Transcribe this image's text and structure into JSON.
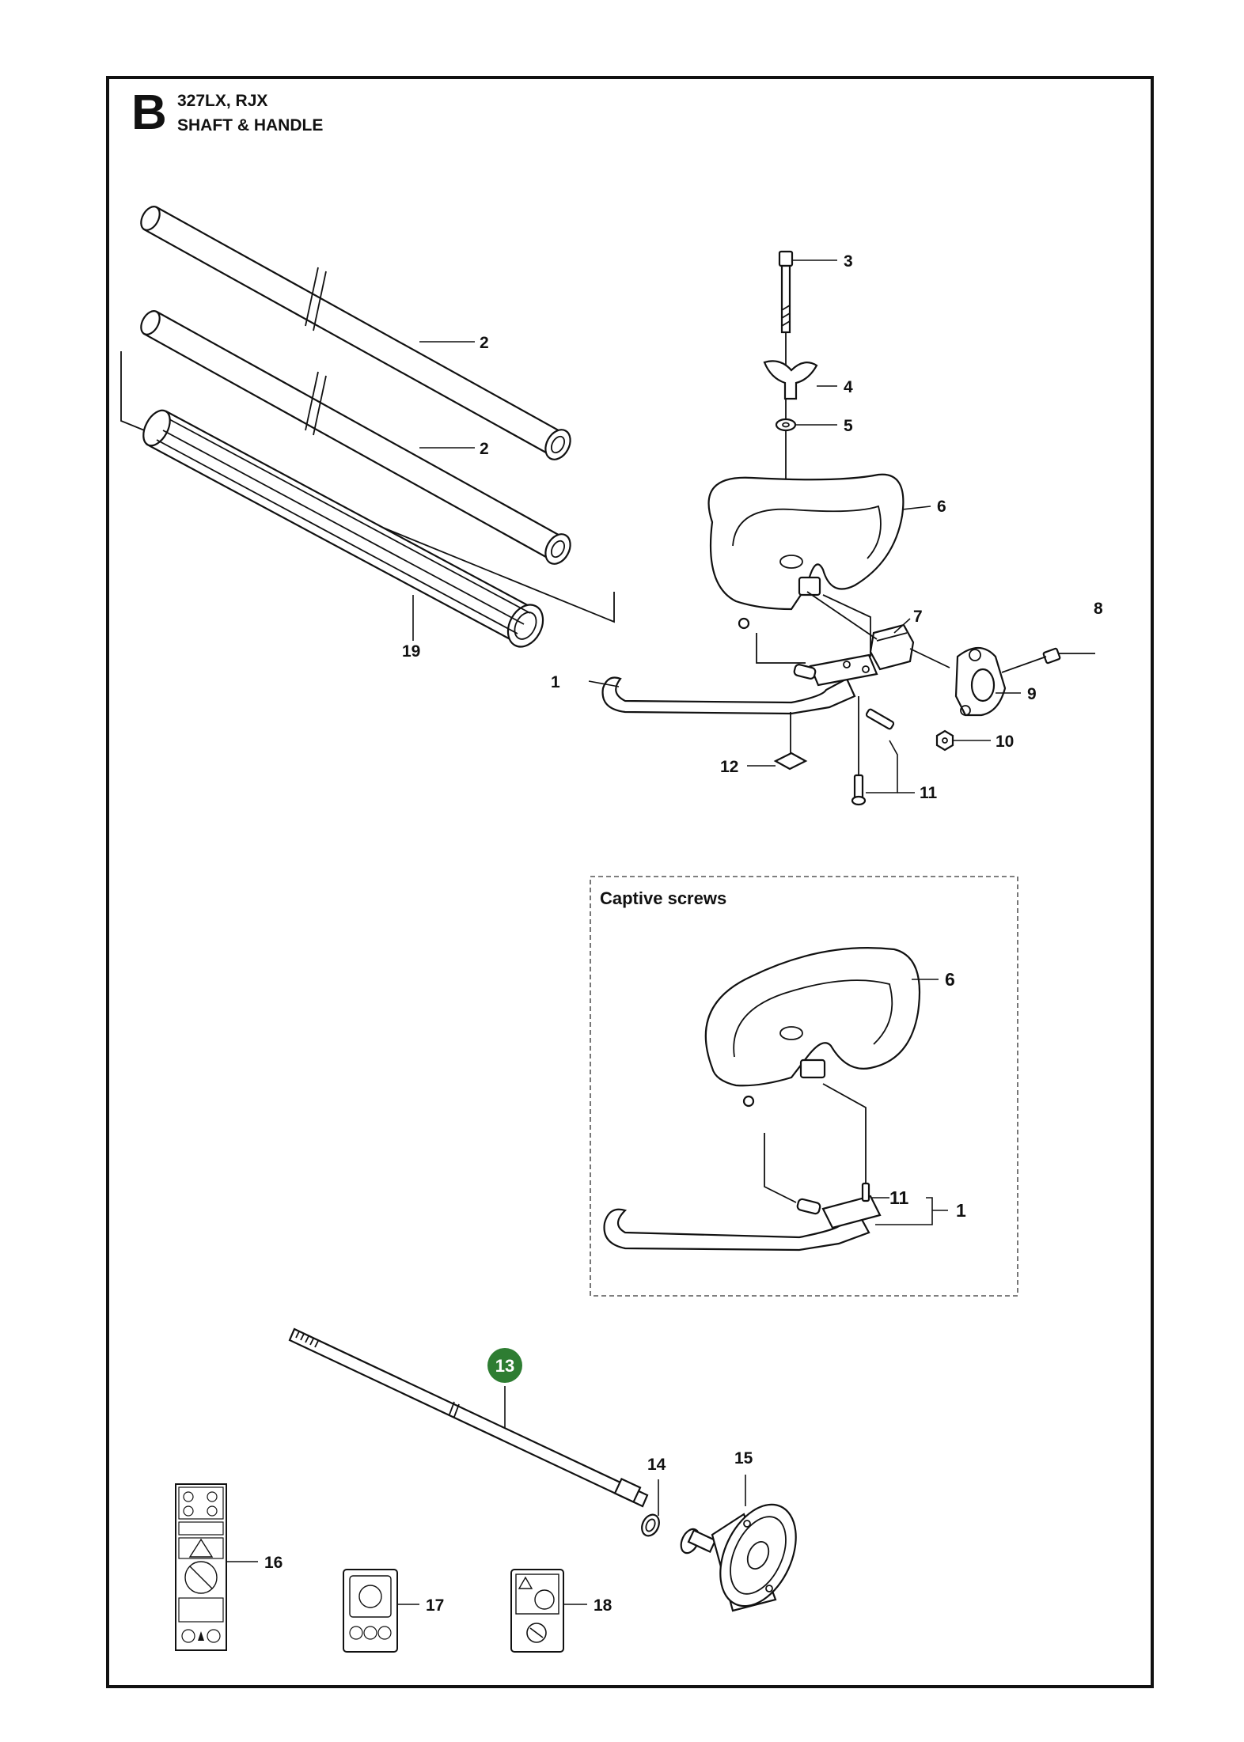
{
  "header": {
    "section": "B",
    "model": "327LX, RJX",
    "title": "SHAFT & HANDLE"
  },
  "inset": {
    "title": "Captive screws"
  },
  "callouts": {
    "c1": "1",
    "c2a": "2",
    "c2b": "2",
    "c3": "3",
    "c4": "4",
    "c5": "5",
    "c6": "6",
    "c7": "7",
    "c8": "8",
    "c9": "9",
    "c10": "10",
    "c11": "11",
    "c12": "12",
    "c19": "19",
    "inset6": "6",
    "inset11": "11",
    "inset1": "1",
    "c13": "13",
    "c14": "14",
    "c15": "15",
    "c16": "16",
    "c17": "17",
    "c18": "18"
  },
  "colors": {
    "badge": "#2e7d32",
    "line": "#111111"
  }
}
